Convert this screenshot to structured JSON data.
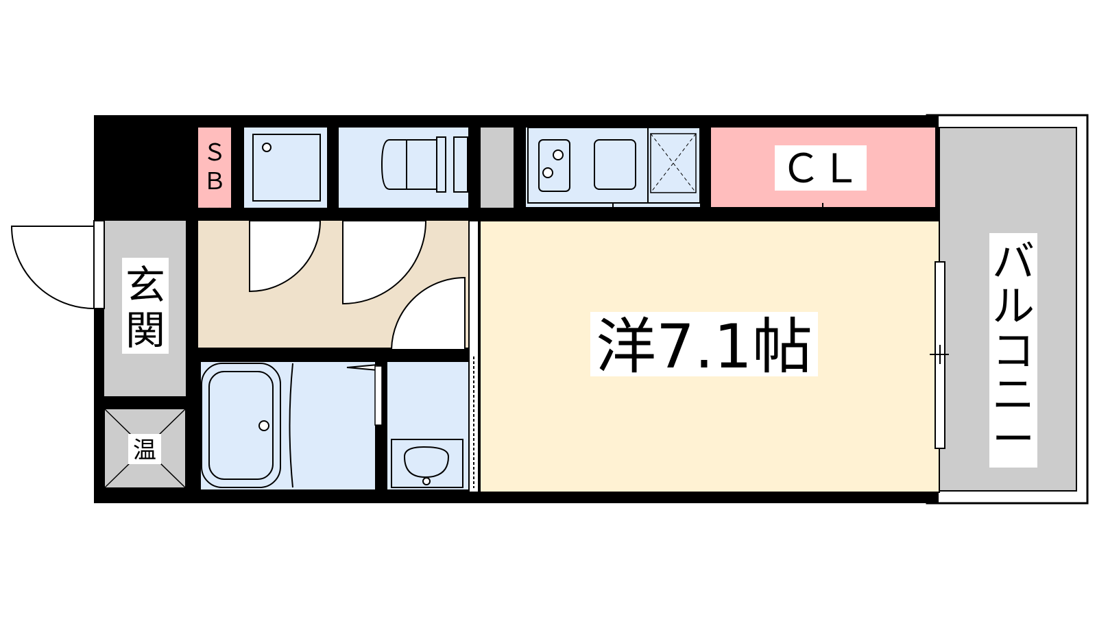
{
  "rooms": {
    "western_room": {
      "label": "洋7.1帖",
      "fill": "#FFF2D3"
    },
    "closet": {
      "label": "ＣＬ",
      "fill": "#FFBDBD"
    },
    "shoe_box": {
      "label_top": "Ｓ",
      "label_bottom": "Ｂ",
      "fill": "#FFBDBD"
    },
    "entrance": {
      "label_top": "玄",
      "label_bottom": "関",
      "fill": "#CCCCCC"
    },
    "water_heater": {
      "label": "温",
      "fill": "#CCCCCC"
    },
    "balcony": {
      "label_chars": [
        "バ",
        "ル",
        "コ",
        "ニ",
        "ー"
      ],
      "fill": "#CCCCCC"
    },
    "hallway": {
      "fill": "#EFE1CB"
    },
    "wet_areas": {
      "fill": "#DDEBFB"
    }
  },
  "colors": {
    "wall": "#000000",
    "stroke": "#000000",
    "background": "#FFFFFF"
  }
}
